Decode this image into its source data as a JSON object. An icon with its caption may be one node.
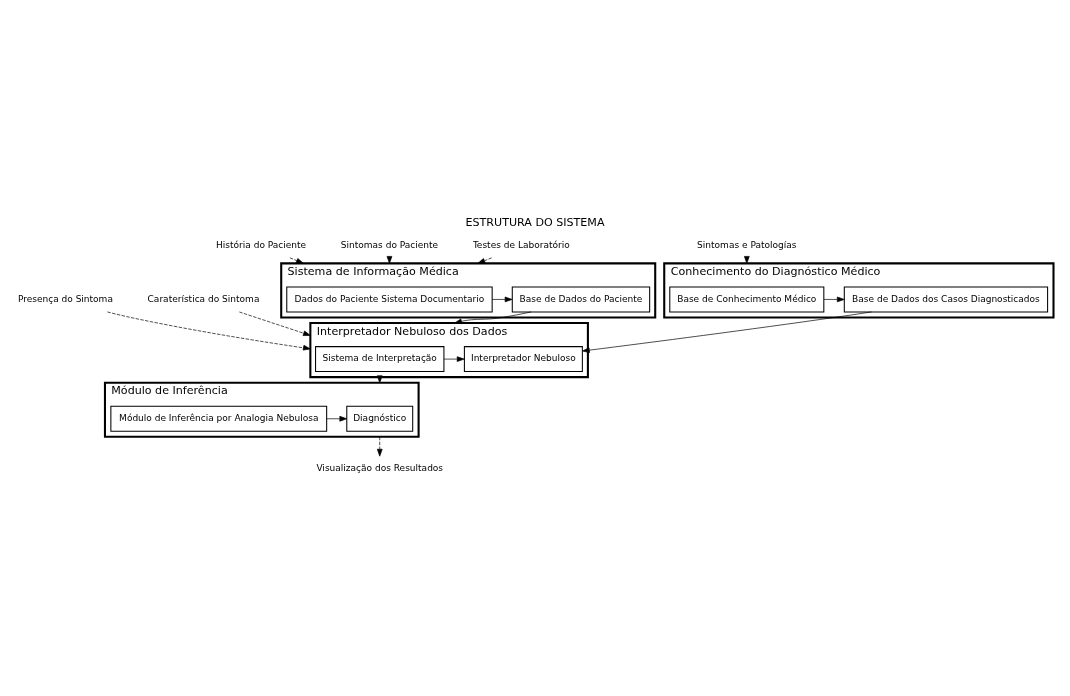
{
  "diagram": {
    "title": "ESTRUTURA DO SISTEMA",
    "nodes": [
      {
        "text": [
          "Conhecimento do Diagnóstico Médico"
        ]
      },
      {
        "text": [
          "Base de Dados dos Casos Diagnosticados"
        ],
        "in": 0
      },
      {
        "text": [
          "Base de Conhecimento Médico"
        ],
        "in": 0
      },
      {
        "text": [
          "Sintomas e Patologías"
        ]
      },
      {
        "text": [
          "Módulo de Inferência"
        ]
      },
      {
        "text": [
          "Módulo de Inferência por Analogia Nebulosa"
        ],
        "in": 4
      },
      {
        "text": [
          "Diagnóstico"
        ],
        "in": 4
      },
      {
        "text": [
          "Visualização dos Resultados"
        ]
      },
      {
        "text": [
          "Interpretador Nebuloso dos Dados"
        ]
      },
      {
        "text": [
          "Interpretador Nebuloso"
        ],
        "in": 8
      },
      {
        "text": [
          "Sistema de Interpretação"
        ],
        "in": 8
      },
      {
        "text": [
          "Presença do Sintoma"
        ]
      },
      {
        "text": [
          "Caraterística do Sintoma"
        ]
      },
      {
        "text": [
          "Sistema de Informação Médica"
        ]
      },
      {
        "text": [
          "Base de Dados do Paciente"
        ],
        "in": 13
      },
      {
        "text": [
          "Dados do Paciente Sistema Documentario"
        ],
        "in": 13
      },
      {
        "text": [
          "História do Paciente"
        ]
      },
      {
        "text": [
          "Sintomas do Paciente"
        ]
      },
      {
        "text": [
          "Testes de Laboratório"
        ]
      }
    ],
    "edges": [
      {
        "from": 2,
        "to": 1,
        "arrow": "to"
      },
      {
        "from": 3,
        "to": 0,
        "arrow": "to",
        "style": "dashed"
      },
      {
        "from": 1,
        "to": 9,
        "arrow": "to"
      },
      {
        "from": 5,
        "to": 6,
        "arrow": "to"
      },
      {
        "from": 4,
        "to": 7,
        "arrow": "to",
        "style": "dashed"
      },
      {
        "from": 8,
        "to": 4,
        "arrow": "to"
      },
      {
        "from": 10,
        "to": 9,
        "arrow": "to"
      },
      {
        "from": 11,
        "to": 8,
        "arrow": "to",
        "style": "dashed"
      },
      {
        "from": 12,
        "to": 8,
        "arrow": "to",
        "style": "dashed"
      },
      {
        "from": 14,
        "to": 8,
        "arrow": "to"
      },
      {
        "from": 15,
        "to": 14,
        "arrow": "to"
      },
      {
        "from": 16,
        "to": 13,
        "arrow": "to",
        "style": "dashed"
      },
      {
        "from": 17,
        "to": 13,
        "arrow": "to",
        "style": "dashed"
      },
      {
        "from": 18,
        "to": 13,
        "arrow": "to",
        "style": "dashed"
      }
    ]
  }
}
